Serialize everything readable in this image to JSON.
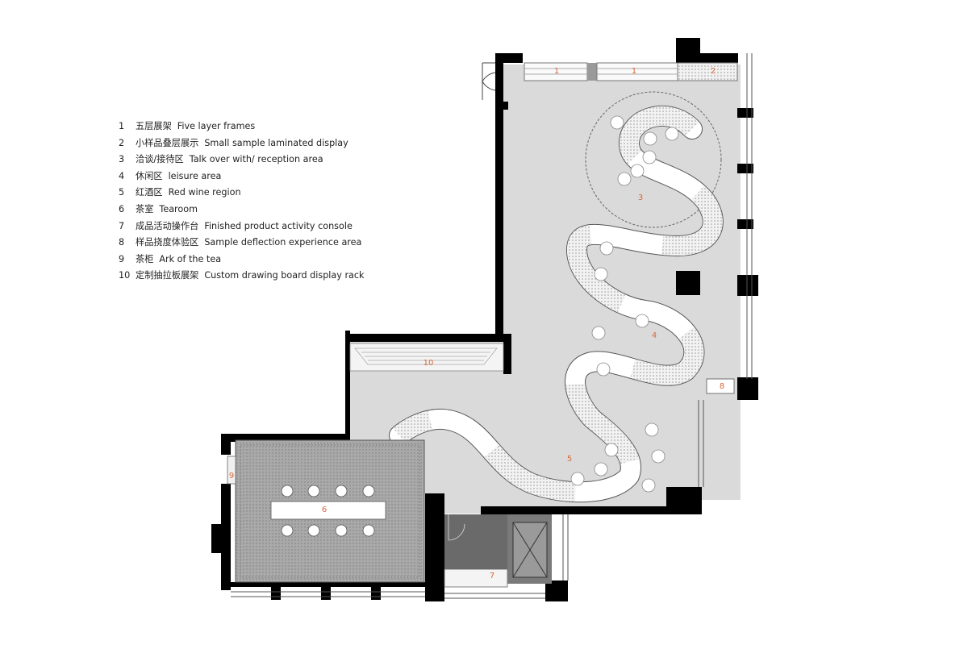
{
  "legend": [
    {
      "num": "1",
      "zh": "五层展架",
      "en": "Five layer frames"
    },
    {
      "num": "2",
      "zh": "小样品叠层展示",
      "en": "Small sample laminated display"
    },
    {
      "num": "3",
      "zh": "洽谈/接待区",
      "en": "Talk over with/  reception area"
    },
    {
      "num": "4",
      "zh": "休闲区",
      "en": "leisure area"
    },
    {
      "num": "5",
      "zh": "红酒区",
      "en": "Red wine region"
    },
    {
      "num": "6",
      "zh": "茶室",
      "en": "Tearoom"
    },
    {
      "num": "7",
      "zh": "成品活动操作台",
      "en": "Finished product activity console"
    },
    {
      "num": "8",
      "zh": "样品挠度体验区",
      "en": "Sample deflection experience area"
    },
    {
      "num": "9",
      "zh": "茶柜",
      "en": "Ark of the tea"
    },
    {
      "num": "10",
      "zh": "定制抽拉板展架",
      "en": "Custom drawing board display rack"
    }
  ],
  "plan_markers": {
    "m1a": "1",
    "m1b": "1",
    "m2": "2",
    "m3": "3",
    "m4": "4",
    "m5": "5",
    "m6": "6",
    "m7": "7",
    "m8": "8",
    "m9": "9",
    "m10": "10"
  },
  "colors": {
    "floor": "#dadada",
    "wall": "#000000",
    "marker": "#d86a3c",
    "tearoom": "#a8a8a8",
    "console": "#6a6a6a"
  }
}
